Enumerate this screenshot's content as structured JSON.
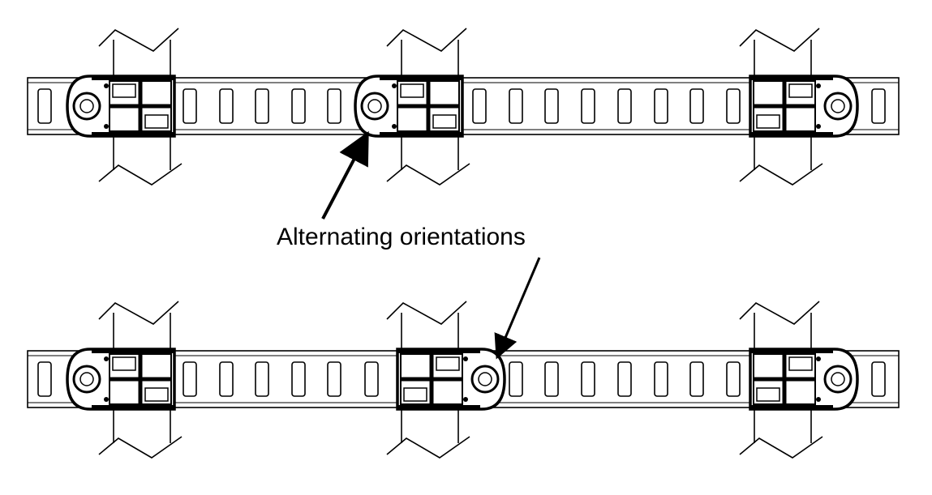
{
  "annotation": {
    "label": "Alternating orientations"
  },
  "rails": [
    {
      "name": "top-rail",
      "clamps": [
        {
          "name": "left",
          "orientation": "round-end-left"
        },
        {
          "name": "center",
          "orientation": "round-end-left"
        },
        {
          "name": "right",
          "orientation": "round-end-right"
        }
      ]
    },
    {
      "name": "bottom-rail",
      "clamps": [
        {
          "name": "left",
          "orientation": "round-end-left"
        },
        {
          "name": "center",
          "orientation": "round-end-right"
        },
        {
          "name": "right",
          "orientation": "round-end-right"
        }
      ]
    }
  ],
  "colors": {
    "line": "#000000",
    "background": "#ffffff"
  }
}
